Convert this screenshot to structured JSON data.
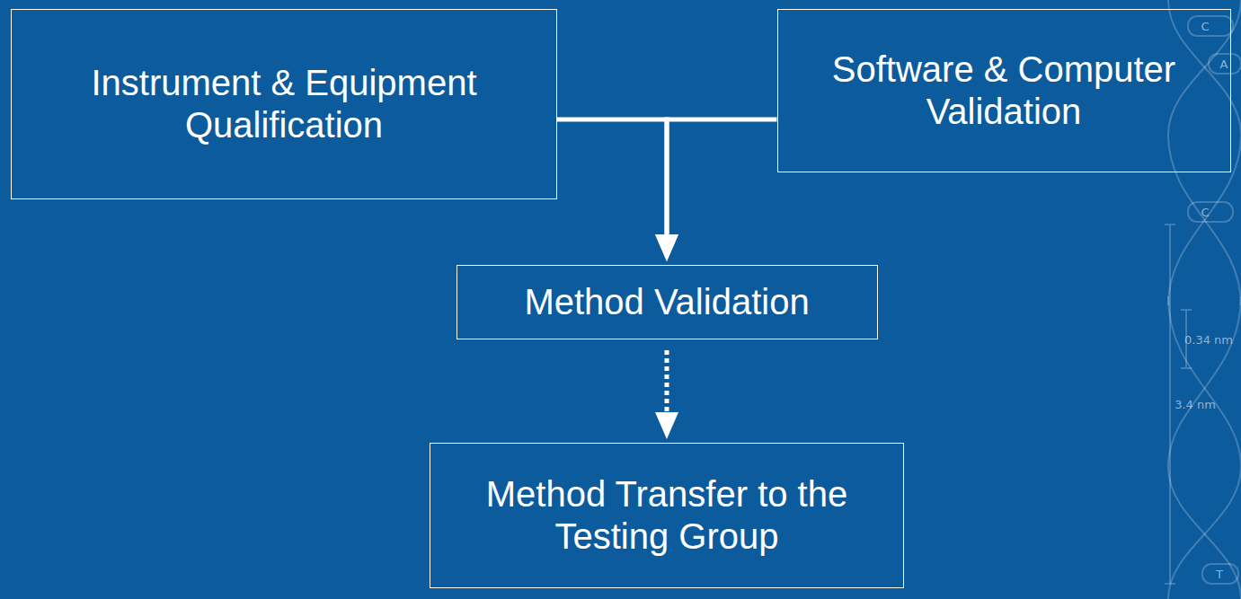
{
  "diagram": {
    "nodes": [
      {
        "text": [
          "Instrument & Equipment Qualification"
        ]
      },
      {
        "text": [
          "Software & Computer Validation"
        ]
      },
      {
        "text": [
          "Method Validation"
        ]
      },
      {
        "text": [
          "Method Transfer to the Testing Group"
        ]
      }
    ],
    "edges": [
      {
        "from": 0,
        "to": 2,
        "arrow": "to"
      },
      {
        "from": 1,
        "to": 2,
        "arrow": "to"
      },
      {
        "from": 2,
        "to": 3,
        "arrow": "to"
      }
    ],
    "labels": [
      "C",
      "A",
      "C",
      "0.34 nm",
      "3.4 nm",
      "T"
    ]
  }
}
